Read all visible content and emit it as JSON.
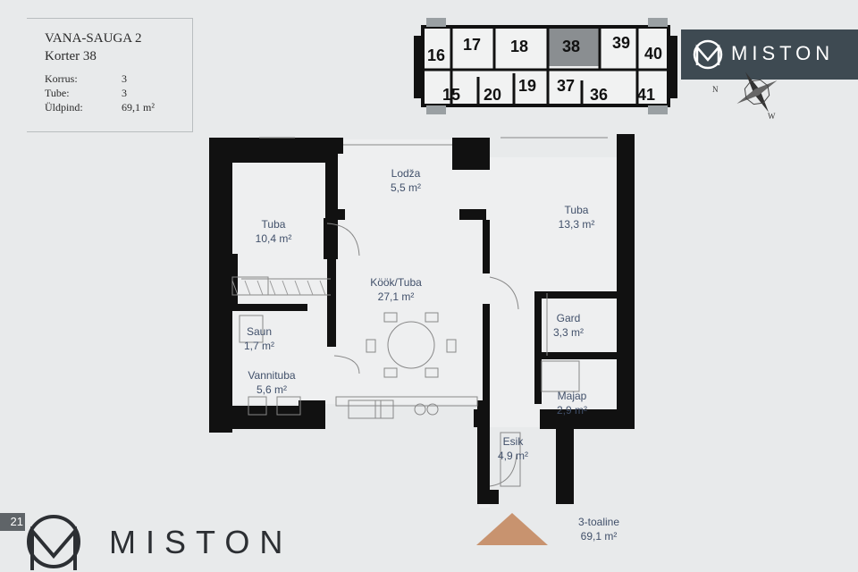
{
  "info": {
    "project": "VANA-SAUGA 2",
    "apartment": "Korter 38",
    "rows": [
      {
        "label": "Korrus:",
        "value": "3"
      },
      {
        "label": "Tube:",
        "value": "3"
      },
      {
        "label": "Üldpind:",
        "value": "69,1 m²"
      }
    ]
  },
  "building_units": [
    "16",
    "17",
    "18",
    "38",
    "39",
    "40",
    "15",
    "20",
    "19",
    "37",
    "36",
    "41"
  ],
  "brand": {
    "name": "MISTON"
  },
  "compass": {
    "n": "N",
    "w": "W"
  },
  "rooms": [
    {
      "name": "Lodža",
      "area": "5,5 m²"
    },
    {
      "name": "Tuba",
      "area": "10,4 m²"
    },
    {
      "name": "Tuba",
      "area": "13,3 m²"
    },
    {
      "name": "Köök/Tuba",
      "area": "27,1 m²"
    },
    {
      "name": "Gard",
      "area": "3,3 m²"
    },
    {
      "name": "Saun",
      "area": "1,7 m²"
    },
    {
      "name": "Vannituba",
      "area": "5,6 m²"
    },
    {
      "name": "Majap",
      "area": "2,9 m²"
    },
    {
      "name": "Esik",
      "area": "4,9 m²"
    }
  ],
  "summary": {
    "type": "3-toaline",
    "area": "69,1 m²"
  },
  "page": "21",
  "colors": {
    "wall": "#111111",
    "text_blue": "#41506a",
    "entry": "#c8936f",
    "brand_box": "#3e4a52",
    "highlight": "#8a8e91"
  }
}
